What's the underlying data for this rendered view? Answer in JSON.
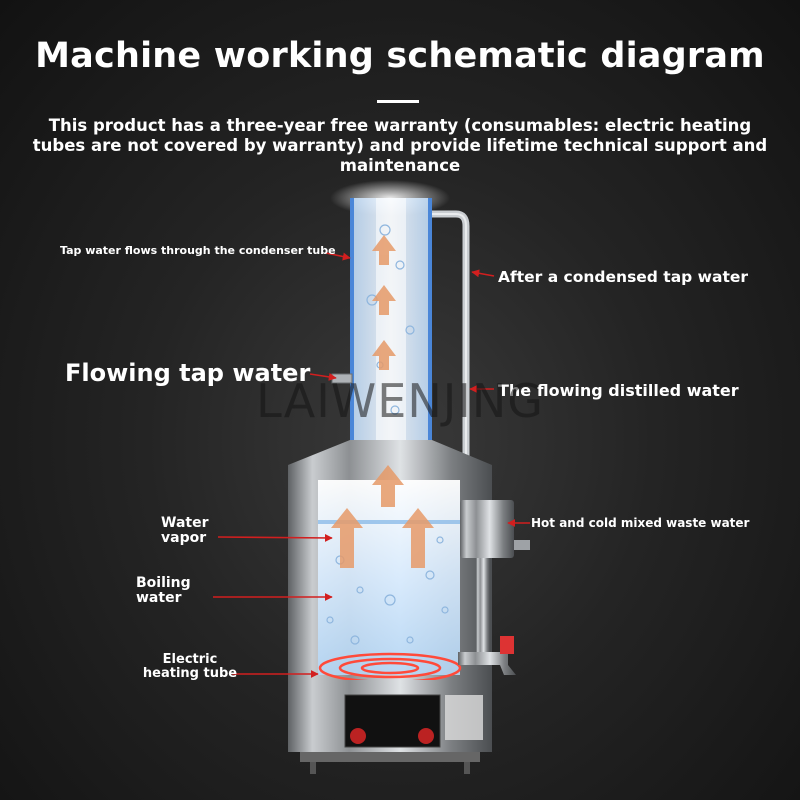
{
  "header": {
    "title": "Machine working schematic diagram",
    "subtitle": "This product has a three-year free warranty (consumables: electric heating tubes are not covered by warranty) and provide lifetime technical support and maintenance"
  },
  "labels": {
    "tap_flow": "Tap water flows through the condenser tube",
    "condensed": "After a condensed tap water",
    "flowing_tap": "Flowing tap water",
    "distilled": "The flowing distilled water",
    "waste": "Hot and cold mixed waste water",
    "vapor": "Water vapor",
    "boiling": "Boiling water",
    "heating": "Electric heating tube"
  },
  "watermark": "LAIWENJING",
  "colors": {
    "arrow": "#d21f1f",
    "steel": "#b9bcbf",
    "water": "#cfe8ff",
    "vapor_arrow": "#e69a68",
    "heating": "#ff4a3a"
  }
}
